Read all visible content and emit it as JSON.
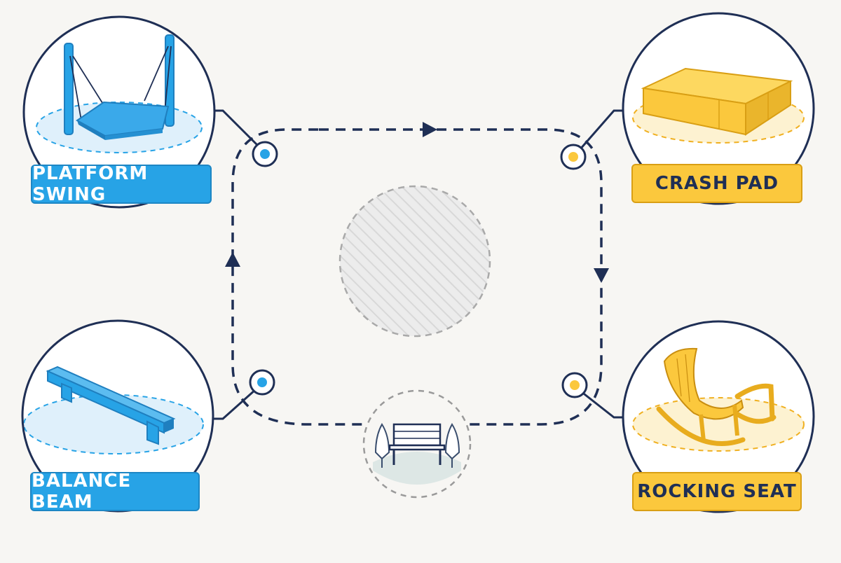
{
  "nodes": {
    "platform_swing": {
      "label": "PLATFORM SWING",
      "color": "#27a3e6",
      "icon": "platform-swing-icon"
    },
    "crash_pad": {
      "label": "CRASH PAD",
      "color": "#fbc83d",
      "icon": "crash-pad-icon"
    },
    "balance_beam": {
      "label": "BALANCE BEAM",
      "color": "#27a3e6",
      "icon": "balance-beam-icon"
    },
    "rocking_seat": {
      "label": "ROCKING SEAT",
      "color": "#fbc83d",
      "icon": "rocking-seat-icon"
    }
  },
  "center": {
    "icon": "empty-hatched-circle"
  },
  "bottom_station": {
    "icon": "park-bench-icon"
  },
  "colors": {
    "navy": "#1f2f55",
    "blue": "#27a3e6",
    "yellow": "#fbc83d",
    "background": "#f7f6f3"
  }
}
